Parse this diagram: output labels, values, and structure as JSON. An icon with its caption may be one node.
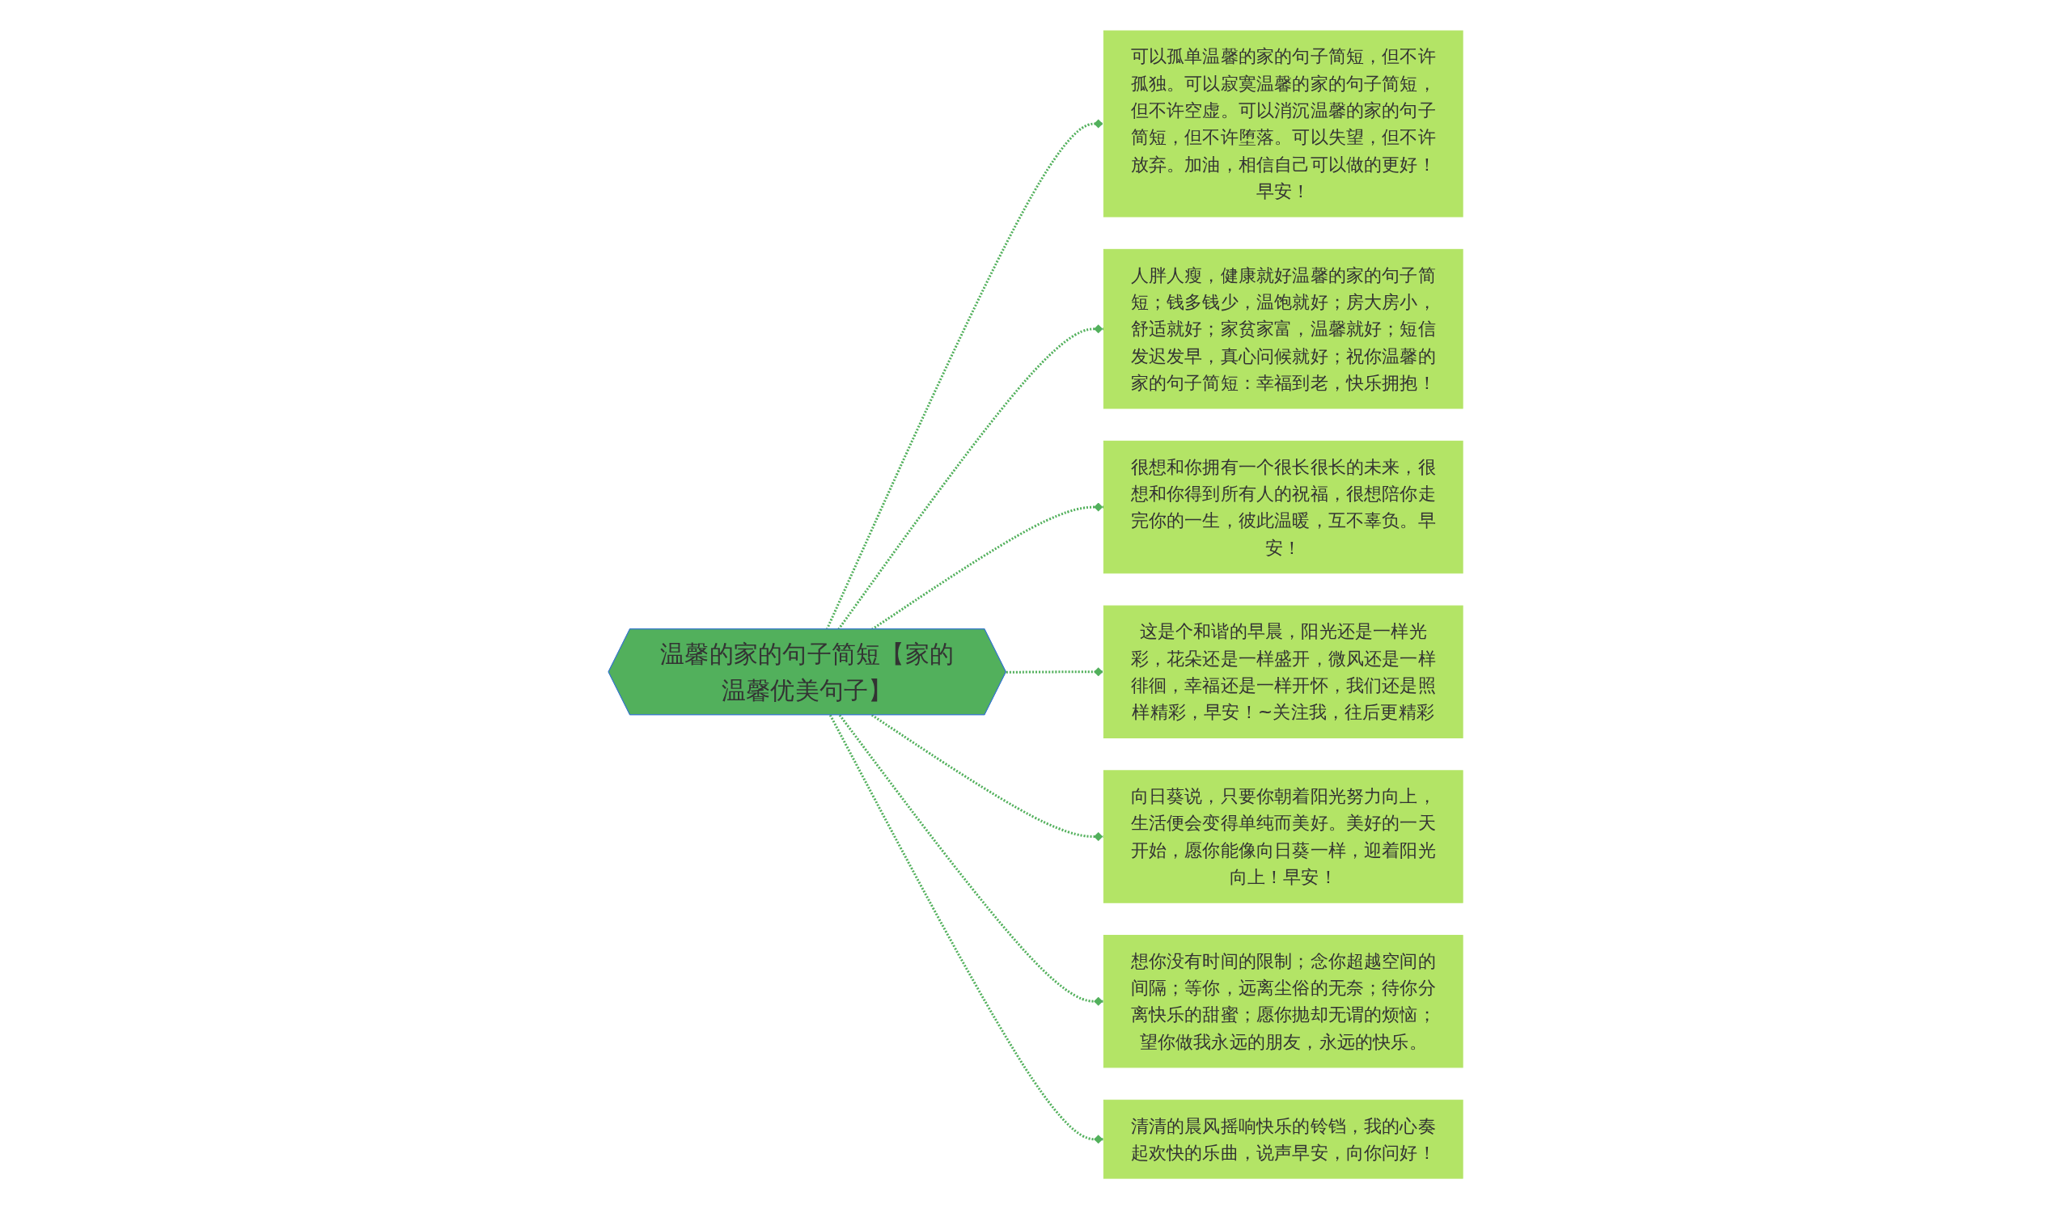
{
  "diagram": {
    "nodes": [
      {
        "text": [
          "温馨的家的句子简短【家的温馨优美句子】"
        ]
      },
      {
        "text": [
          "可以孤单温馨的家的句子简短，但不许孤独。可以寂寞温馨的家的句子简短，但不许空虚。可以消沉温馨的家的句子简短，但不许堕落。可以失望，但不许放弃。加油，相信自己可以做的更好！早安！"
        ]
      },
      {
        "text": [
          "人胖人瘦，健康就好温馨的家的句子简短；钱多钱少，温饱就好；房大房小，舒适就好；家贫家富，温馨就好；短信发迟发早，真心问候就好；祝你温馨的家的句子简短：幸福到老，快乐拥抱！"
        ]
      },
      {
        "text": [
          "很想和你拥有一个很长很长的未来，很想和你得到所有人的祝福，很想陪你走完你的一生，彼此温暖，互不辜负。早安！"
        ]
      },
      {
        "text": [
          "这是个和谐的早晨，阳光还是一样光彩，花朵还是一样盛开，微风还是一样徘徊，幸福还是一样开怀，我们还是照样精彩，早安！~关注我，往后更精彩"
        ]
      },
      {
        "text": [
          "向日葵说，只要你朝着阳光努力向上，生活便会变得单纯而美好。美好的一天开始，愿你能像向日葵一样，迎着阳光向上！早安！"
        ]
      },
      {
        "text": [
          "想你没有时间的限制；念你超越空间的间隔；等你，远离尘俗的无奈；待你分离快乐的甜蜜；愿你抛却无谓的烦恼；望你做我永远的朋友，永远的快乐。"
        ]
      },
      {
        "text": [
          "清清的晨风摇响快乐的铃铛，我的心奏起欢快的乐曲，说声早安，向你问好！"
        ]
      }
    ],
    "edges": [
      {
        "from": 0,
        "to": 1,
        "arrow": "other",
        "style": "dashed"
      },
      {
        "from": 0,
        "to": 2,
        "arrow": "other",
        "style": "dashed"
      },
      {
        "from": 0,
        "to": 3,
        "arrow": "other",
        "style": "dashed"
      },
      {
        "from": 0,
        "to": 4,
        "arrow": "other",
        "style": "dashed"
      },
      {
        "from": 0,
        "to": 5,
        "arrow": "other",
        "style": "dashed"
      },
      {
        "from": 0,
        "to": 6,
        "arrow": "other",
        "style": "dashed"
      },
      {
        "from": 0,
        "to": 7,
        "arrow": "other",
        "style": "dashed"
      }
    ]
  }
}
